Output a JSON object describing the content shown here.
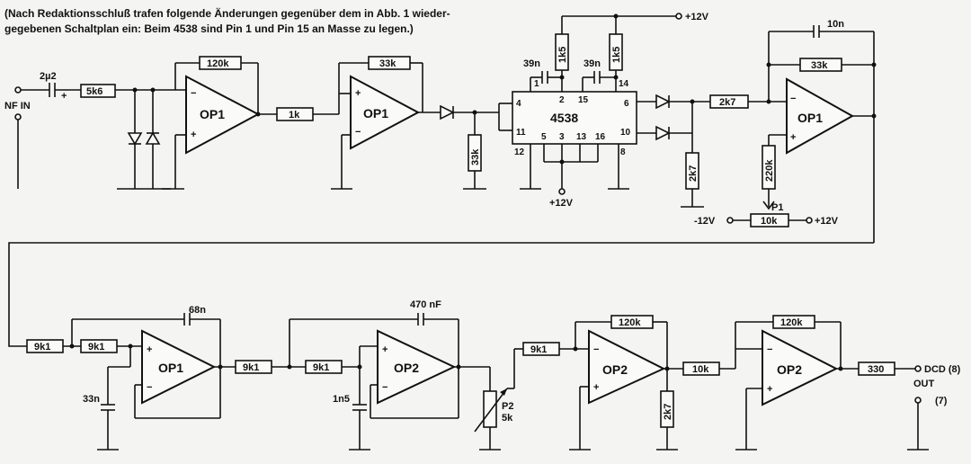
{
  "note": {
    "line1": "(Nach Redaktionsschluß trafen folgende Änderungen gegenüber dem in Abb. 1 wieder-",
    "line2": "gegebenen Schaltplan ein: Beim 4538 sind Pin 1 und Pin 15 an Masse zu legen.)"
  },
  "signals": {
    "nf_in": "NF IN",
    "plus12_top": "+12V",
    "plus12_ic": "+12V",
    "minus12": "-12V",
    "plus12_pot": "+12V",
    "dcd": "DCD (8)",
    "out": "OUT",
    "out_pin": "(7)"
  },
  "components": {
    "c_2u2": "2µ2",
    "r_5k6": "5k6",
    "r_120k_a": "120k",
    "op1_a": "OP1",
    "r_1k": "1k",
    "r_33k_fb": "33k",
    "op1_b": "OP1",
    "r_33k_v": "33k",
    "c_39n_a": "39n",
    "c_39n_b": "39n",
    "r_1k5_a": "1k5",
    "r_1k5_b": "1k5",
    "ic": "4538",
    "r_2k7_h": "2k7",
    "r_2k7_v": "2k7",
    "c_10n": "10n",
    "r_33k_c": "33k",
    "op1_c": "OP1",
    "r_220k": "220k",
    "p1": "P1",
    "p1_val": "10k",
    "r_9k1_a": "9k1",
    "r_9k1_b": "9k1",
    "c_68n": "68n",
    "c_33n": "33n",
    "op1_d": "OP1",
    "r_9k1_c": "9k1",
    "r_9k1_d": "9k1",
    "c_470nf": "470 nF",
    "c_1n5": "1n5",
    "op2_a": "OP2",
    "p2": "P2",
    "p2_val": "5k",
    "r_9k1_e": "9k1",
    "r_120k_b": "120k",
    "op2_b": "OP2",
    "r_2k7_c": "2k7",
    "r_10k": "10k",
    "r_120k_c": "120k",
    "op2_c": "OP2",
    "r_330": "330"
  },
  "ic_pins": {
    "p1": "1",
    "p2": "2",
    "p15": "15",
    "p14": "14",
    "p4": "4",
    "p11": "11",
    "p12": "12",
    "p6": "6",
    "p10": "10",
    "p5": "5",
    "p3": "3",
    "p13": "13",
    "p16": "16",
    "p8": "8"
  },
  "colors": {
    "ink": "#111111",
    "paper": "#f4f4f2"
  }
}
